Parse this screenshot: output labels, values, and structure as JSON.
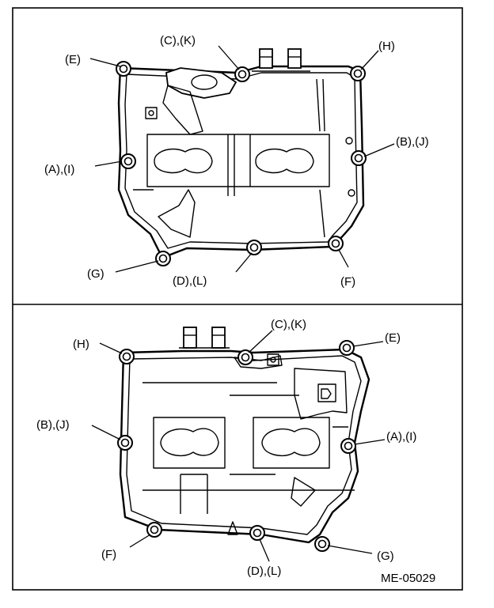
{
  "figure_code": "ME-05029",
  "top_view": {
    "labels": {
      "E": "(E)",
      "CK": "(C),(K)",
      "H": "(H)",
      "BJ": "(B),(J)",
      "AI": "(A),(I)",
      "G": "(G)",
      "DL": "(D),(L)",
      "F": "(F)"
    }
  },
  "bottom_view": {
    "labels": {
      "H": "(H)",
      "CK": "(C),(K)",
      "E": "(E)",
      "BJ": "(B),(J)",
      "AI": "(A),(I)",
      "F": "(F)",
      "DL": "(D),(L)",
      "G": "(G)"
    }
  }
}
